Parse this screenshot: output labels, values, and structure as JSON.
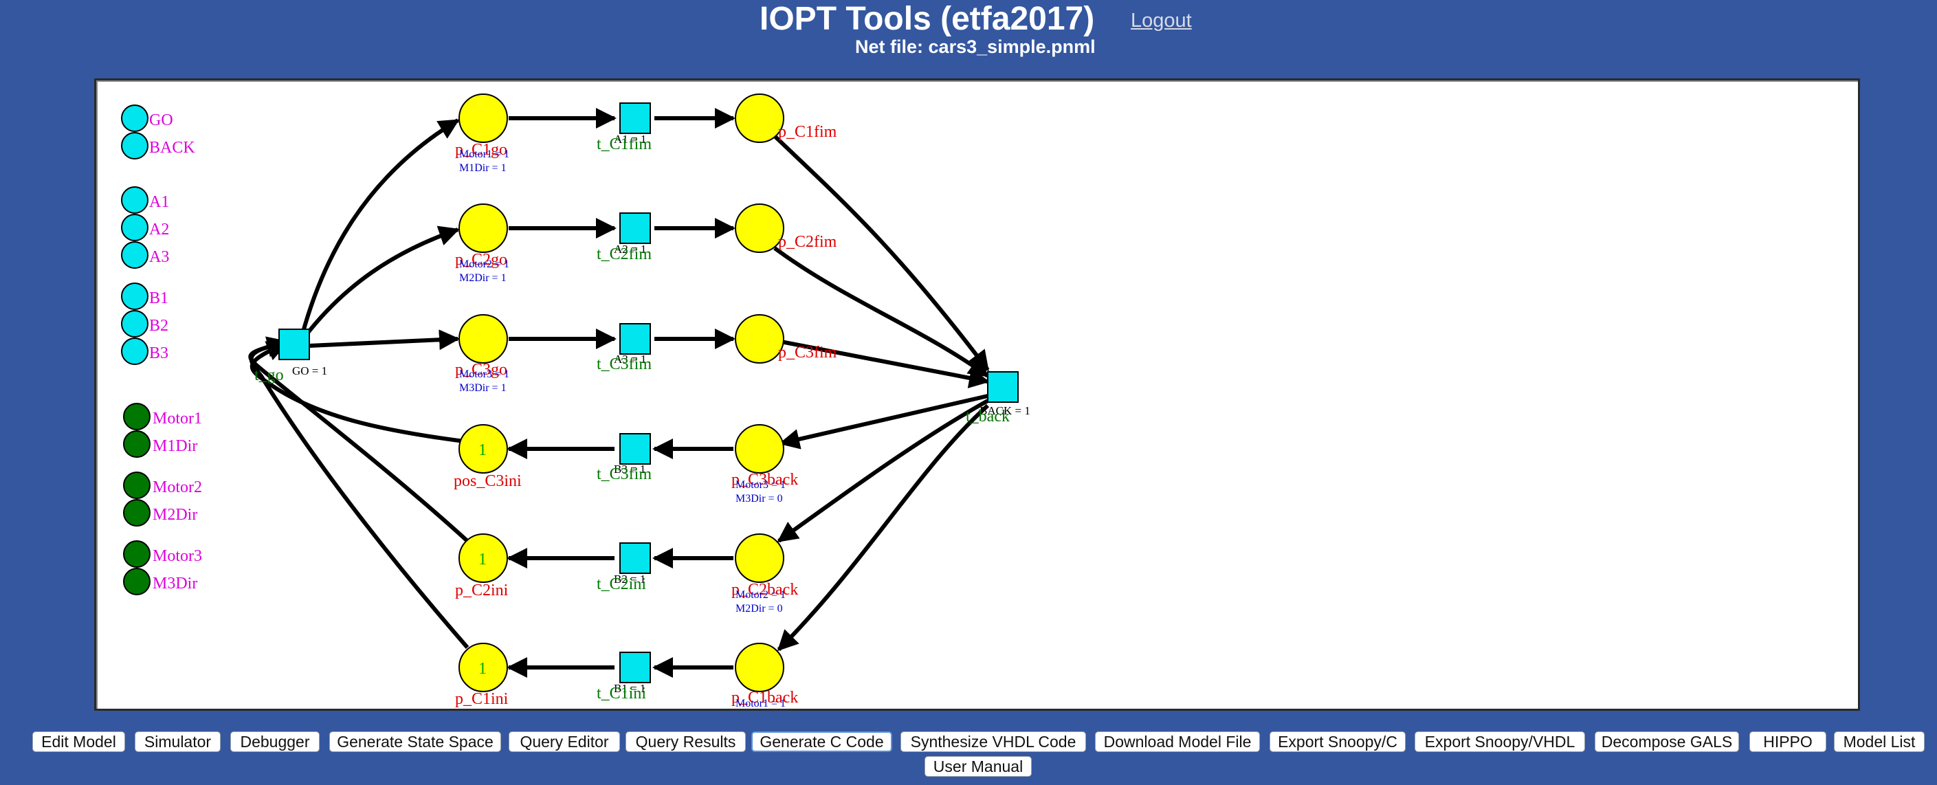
{
  "header": {
    "title": "IOPT Tools (etfa2017)",
    "logout": "Logout",
    "netfile_label": "Net file:",
    "netfile_name": "cars3_simple.pnml"
  },
  "colors": {
    "background": "#3457a0",
    "signal": "#00e5ee",
    "output": "#007700",
    "place": "#ffff00",
    "place_label": "#dd0000",
    "transition_label": "#007700",
    "signal_label": "#dd00dd",
    "action": "#0000cc"
  },
  "net": {
    "input_signals": [
      "GO",
      "BACK",
      "A1",
      "A2",
      "A3",
      "B1",
      "B2",
      "B3"
    ],
    "output_signals": [
      "Motor1",
      "M1Dir",
      "Motor2",
      "M2Dir",
      "Motor3",
      "M3Dir"
    ],
    "places": [
      {
        "label": "p_C1go",
        "tokens": "",
        "actions": [
          "Motor1 = 1",
          "M1Dir = 1"
        ]
      },
      {
        "label": "p_C2go",
        "tokens": "",
        "actions": [
          "Motor2 = 1",
          "M2Dir = 1"
        ]
      },
      {
        "label": "p_C3go",
        "tokens": "",
        "actions": [
          "Motor3 = 1",
          "M3Dir = 1"
        ]
      },
      {
        "label": "p_C1fim",
        "tokens": "",
        "actions": []
      },
      {
        "label": "p_C2fim",
        "tokens": "",
        "actions": []
      },
      {
        "label": "p_C3fim",
        "tokens": "",
        "actions": []
      },
      {
        "label": "pos_C3ini",
        "tokens": "1",
        "actions": []
      },
      {
        "label": "p_C2ini",
        "tokens": "1",
        "actions": []
      },
      {
        "label": "p_C1ini",
        "tokens": "1",
        "actions": []
      },
      {
        "label": "p_C3back",
        "tokens": "",
        "actions": [
          "Motor3 = 1",
          "M3Dir = 0"
        ]
      },
      {
        "label": "p_C2back",
        "tokens": "",
        "actions": [
          "Motor2 = 1",
          "M2Dir = 0"
        ]
      },
      {
        "label": "p_C1back",
        "tokens": "",
        "actions": [
          "Motor1 = 1"
        ]
      }
    ],
    "transitions": [
      {
        "label": "t_go",
        "guard": "GO = 1"
      },
      {
        "label": "t_back",
        "guard": "BACK = 1"
      },
      {
        "label": "t_C1fim",
        "guard": "A1 = 1"
      },
      {
        "label": "t_C2fim",
        "guard": "A2 = 1"
      },
      {
        "label": "t_C3fim",
        "guard": "A3 = 1"
      },
      {
        "label": "t_C3fim",
        "guard": "B3 = 1"
      },
      {
        "label": "t_C2ini",
        "guard": "B2 = 1"
      },
      {
        "label": "t_C1ini",
        "guard": "B1 = 1"
      }
    ]
  },
  "toolbar": {
    "buttons": [
      "Edit Model",
      "Simulator",
      "Debugger",
      "Generate State Space",
      "Query Editor",
      "Query Results",
      "Generate C Code",
      "Synthesize VHDL Code",
      "Download Model File",
      "Export Snoopy/C",
      "Export Snoopy/VHDL",
      "Decompose GALS",
      "HIPPO",
      "Model List",
      "User Manual"
    ],
    "active": "Generate C Code"
  }
}
